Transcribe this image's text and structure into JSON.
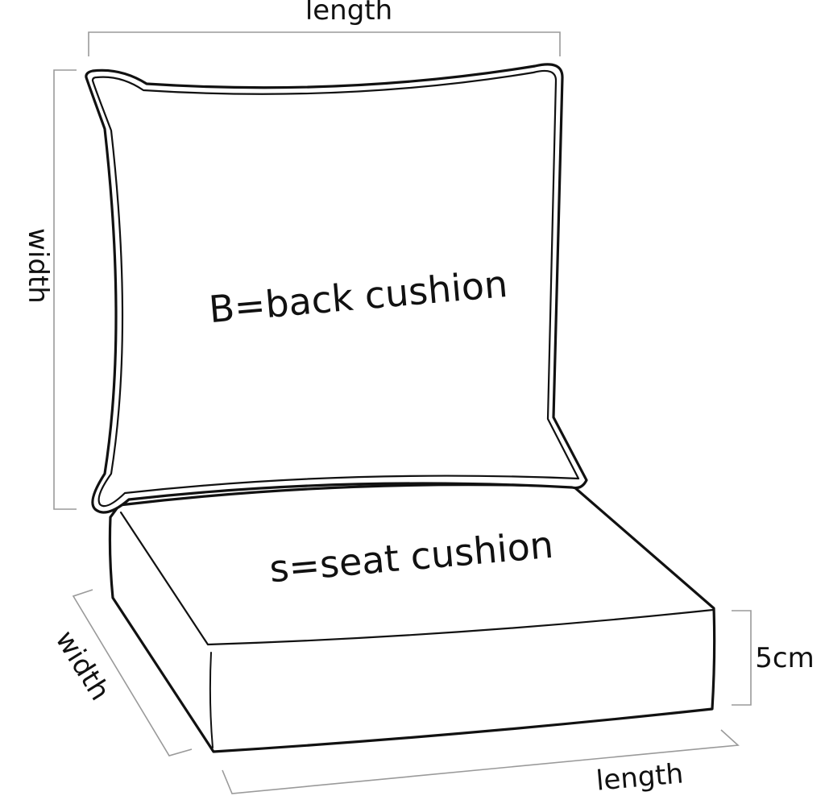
{
  "labels": {
    "back_length": "length",
    "back_width": "width",
    "seat_width": "width",
    "seat_length": "length",
    "seat_thickness": "5cm",
    "back_cushion": "B=back cushion",
    "seat_cushion": "s=seat cushion"
  },
  "colors": {
    "outline": "#111111",
    "dimension_line": "#9a9a9a",
    "background": "#ffffff"
  }
}
